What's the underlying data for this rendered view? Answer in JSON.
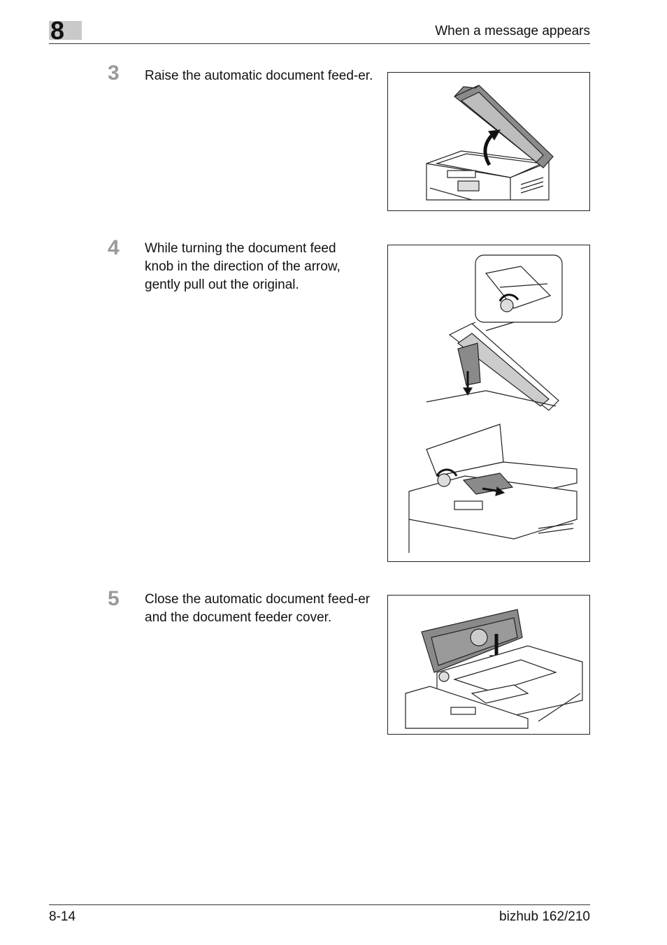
{
  "header": {
    "chapter_number": "8",
    "section_title": "When a message appears"
  },
  "steps": [
    {
      "number": "3",
      "text": "Raise the automatic document feed-er."
    },
    {
      "number": "4",
      "text": "While turning the document feed knob in the direction of the arrow, gently pull out the original."
    },
    {
      "number": "5",
      "text": "Close the automatic document feed-er and the document feeder cover."
    }
  ],
  "footer": {
    "page_number": "8-14",
    "product_name": "bizhub 162/210"
  },
  "colors": {
    "chapter_tab": "#c9c9c9",
    "step_number": "#9a9a9a",
    "illustration_shade": "#8a8a8a"
  }
}
